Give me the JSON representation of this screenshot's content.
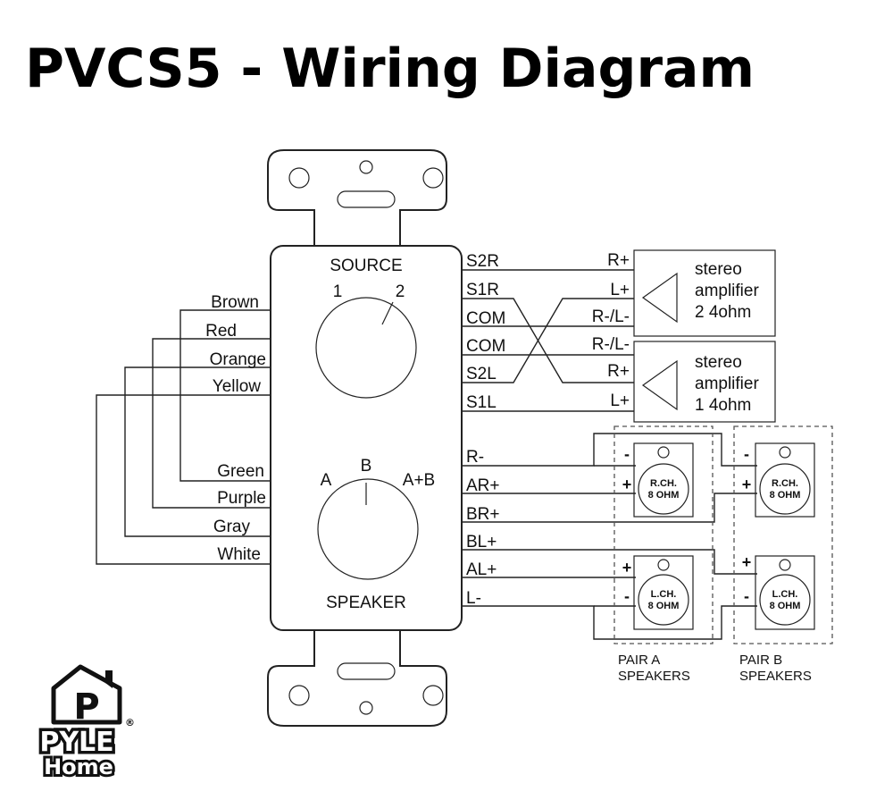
{
  "title": "PVCS5 - Wiring Diagram",
  "knobs": {
    "source_label": "SOURCE",
    "source_positions": [
      "1",
      "2"
    ],
    "speaker_label": "SPEAKER",
    "speaker_positions": [
      "A",
      "B",
      "A+B"
    ]
  },
  "left_wires": [
    "Brown",
    "Red",
    "Orange",
    "Yellow",
    "Green",
    "Purple",
    "Gray",
    "White"
  ],
  "source_terminals": [
    "S2R",
    "S1R",
    "COM",
    "COM",
    "S2L",
    "S1L"
  ],
  "speaker_terminals": [
    "R-",
    "AR+",
    "BR+",
    "BL+",
    "AL+",
    "L-"
  ],
  "amplifiers": [
    {
      "inputs": [
        "R+",
        "L+",
        "R-/L-"
      ],
      "text": [
        "stereo",
        "amplifier",
        "2  4ohm"
      ]
    },
    {
      "inputs": [
        "R-/L-",
        "R+",
        "L+"
      ],
      "text": [
        "stereo",
        "amplifier",
        "1  4ohm"
      ]
    }
  ],
  "speakers": {
    "r_label": [
      "R.CH.",
      "8 OHM"
    ],
    "l_label": [
      "L.CH.",
      "8 OHM"
    ],
    "plus": "+",
    "minus": "-",
    "pair_a": [
      "PAIR A",
      "SPEAKERS"
    ],
    "pair_b": [
      "PAIR B",
      "SPEAKERS"
    ]
  },
  "logo": {
    "letter": "P",
    "brand": "PYLE",
    "registered": "®",
    "sub": "Home"
  },
  "colors": {
    "line": "#222222",
    "dash": "#555555",
    "background": "#ffffff"
  }
}
